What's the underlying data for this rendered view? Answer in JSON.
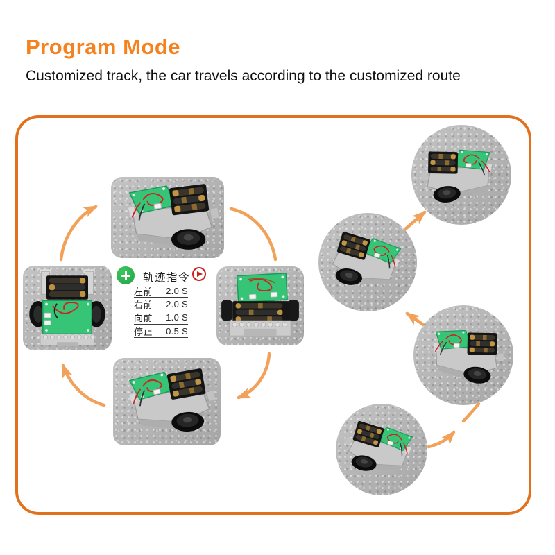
{
  "header": {
    "title": "Program Mode",
    "subtitle": "Customized track, the car travels according to the customized route"
  },
  "command_panel": {
    "title": "轨迹指令",
    "rows": [
      {
        "label": "左前",
        "value": "2.0 S"
      },
      {
        "label": "右前",
        "value": "2.0 S"
      },
      {
        "label": "向前",
        "value": "1.0 S"
      },
      {
        "label": "停止",
        "value": "0.5 S"
      }
    ],
    "icons": {
      "add": "plus-icon",
      "play": "play-icon"
    }
  },
  "colors": {
    "title_orange": "#F5821F",
    "panel_border_orange": "#E2711D",
    "arrow_orange": "#F1A159",
    "pcb_green": "#36C577",
    "add_green": "#23A246",
    "play_red": "#C9201D"
  }
}
